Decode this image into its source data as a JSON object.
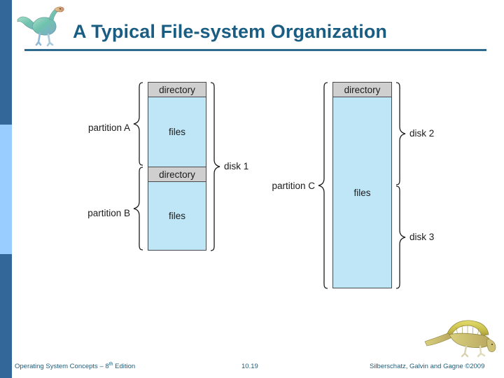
{
  "slide": {
    "title": "A Typical File-system Organization",
    "logo_icon": "dinosaur-logo-icon",
    "footer_logo_icon": "dimetrodon-logo-icon",
    "accent_color_dark": "#336699",
    "accent_color_light": "#99CCFF",
    "title_color": "#1a5d83"
  },
  "diagram": {
    "disk_fill_color": "#BFE6F7",
    "directory_fill_color": "#CFCFCF",
    "left_stack": {
      "cells": [
        {
          "label": "directory",
          "type": "directory"
        },
        {
          "label": "files",
          "type": "files"
        },
        {
          "label": "directory",
          "type": "directory"
        },
        {
          "label": "files",
          "type": "files"
        }
      ],
      "left_braces": [
        {
          "label": "partition A"
        },
        {
          "label": "partition B"
        }
      ],
      "right_braces": [
        {
          "label": "disk 1"
        }
      ]
    },
    "right_stack": {
      "cells": [
        {
          "label": "directory",
          "type": "directory"
        },
        {
          "label": "files",
          "type": "files"
        }
      ],
      "left_braces": [
        {
          "label": "partition C"
        }
      ],
      "right_braces": [
        {
          "label": "disk 2"
        },
        {
          "label": "disk 3"
        }
      ]
    }
  },
  "footer": {
    "left_text_main": "Operating System Concepts – 8",
    "left_text_sup": "th",
    "left_text_tail": " Edition",
    "slide_number": "10.19",
    "right_text": "Silberschatz, Galvin and Gagne ©2009"
  }
}
